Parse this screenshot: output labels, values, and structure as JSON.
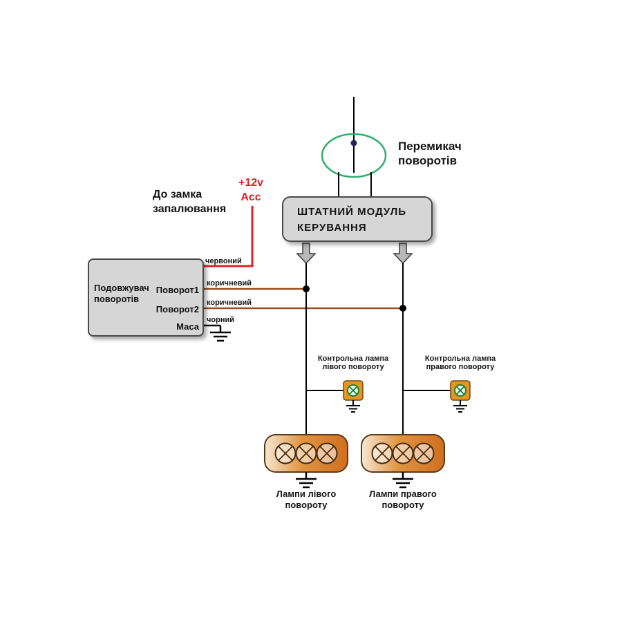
{
  "switch": {
    "line1": "Перемикач",
    "line2": "поворотів"
  },
  "module": {
    "line1": "ШТАТНИЙ МОДУЛЬ",
    "line2": "КЕРУВАННЯ"
  },
  "ignition": {
    "line1": "До замка",
    "line2": "запалювання"
  },
  "power": {
    "line1": "+12v",
    "line2": "Acc"
  },
  "extender": {
    "line1": "Подовжувач",
    "line2": "поворотів",
    "pin1": "Поворот1",
    "pin2": "Поворот2",
    "pin3": "Маса"
  },
  "wires": {
    "red": "червоний",
    "brown1": "коричневий",
    "brown2": "коричневий",
    "black": "чорний"
  },
  "indicator_left": {
    "line1": "Контрольна лампа",
    "line2": "лівого повороту"
  },
  "indicator_right": {
    "line1": "Контрольна лампа",
    "line2": "правого повороту"
  },
  "lamps_left": {
    "line1": "Лампи лівого",
    "line2": "повороту"
  },
  "lamps_right": {
    "line1": "Лампи правого",
    "line2": "повороту"
  },
  "colors": {
    "wire_red": "#e81c23",
    "wire_brown": "#9a4f1e",
    "wire_black": "#000000",
    "switch_green": "#2fae6b",
    "box_fill": "#d6d6d6",
    "lamp_orange": "#cf6f1f",
    "indicator_orange": "#e8951f",
    "indicator_green": "#17823a"
  }
}
